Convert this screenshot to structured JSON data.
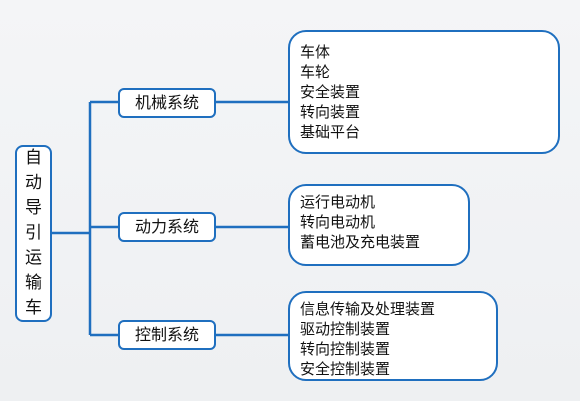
{
  "root": {
    "chars": [
      "自",
      "动",
      "导",
      "引",
      "运",
      "输",
      "车"
    ]
  },
  "branches": [
    {
      "label": "机械系统",
      "items": [
        "车体",
        "车轮",
        "安全装置",
        "转向装置",
        "基础平台"
      ]
    },
    {
      "label": "动力系统",
      "items": [
        "运行电动机",
        "转向电动机",
        "蓄电池及充电装置"
      ]
    },
    {
      "label": "控制系统",
      "items": [
        "信息传输及处理装置",
        "驱动控制装置",
        "转向控制装置",
        "安全控制装置"
      ]
    }
  ],
  "colors": {
    "border": "#1f6fbf",
    "line": "#1f6fbf",
    "box_fill": "#ffffff"
  }
}
